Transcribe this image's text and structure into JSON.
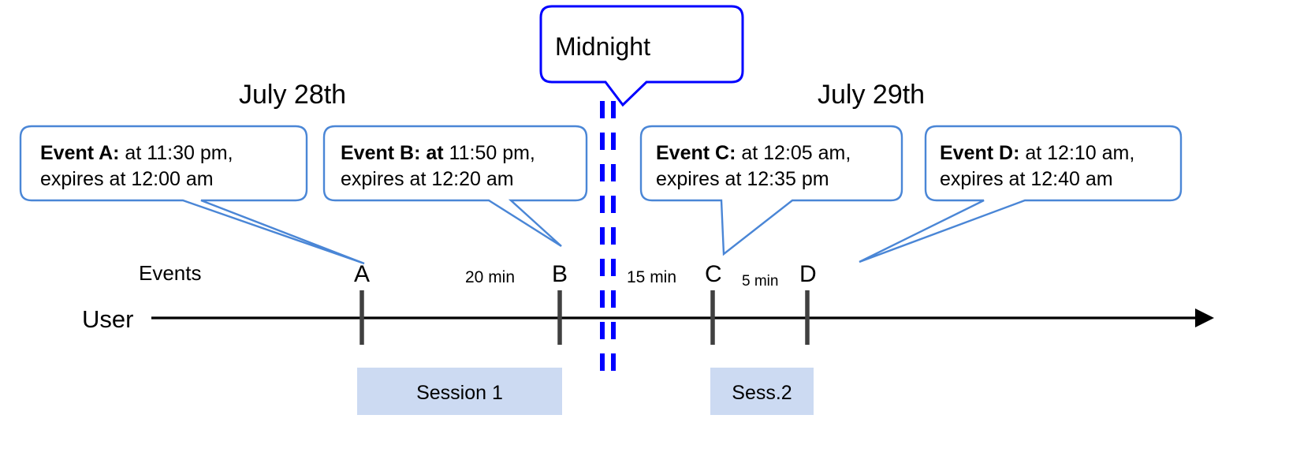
{
  "diagram": {
    "title_midnight": "Midnight",
    "day_left": "July 28th",
    "day_right": "July 29th",
    "lane_label": "User",
    "row_label": "Events",
    "accent_callout_border": "#4a86d6",
    "accent_midnight": "#0000ff",
    "session_fill": "#ccdaf2",
    "tick_color": "#404040",
    "axis_color": "#000000"
  },
  "callouts": [
    {
      "name": "event-a",
      "bold": "Event A:",
      "line1_rest": " at 11:30 pm,",
      "line2": "expires at 12:00 am"
    },
    {
      "name": "event-b",
      "bold": "Event B: at",
      "line1_rest": " 11:50 pm,",
      "line2": "expires at 12:20 am"
    },
    {
      "name": "event-c",
      "bold": "Event C:",
      "line1_rest": " at 12:05 am,",
      "line2": "expires at 12:35 pm"
    },
    {
      "name": "event-d",
      "bold": "Event D:",
      "line1_rest": "  at 12:10 am,",
      "line2": "expires at 12:40 am"
    }
  ],
  "ticks": [
    {
      "letter": "A"
    },
    {
      "letter": "B"
    },
    {
      "letter": "C"
    },
    {
      "letter": "D"
    }
  ],
  "gaps": [
    {
      "label": "20 min"
    },
    {
      "label": "15 min"
    },
    {
      "label": "5 min"
    }
  ],
  "sessions": [
    {
      "label": "Session 1"
    },
    {
      "label": "Sess.2"
    }
  ]
}
